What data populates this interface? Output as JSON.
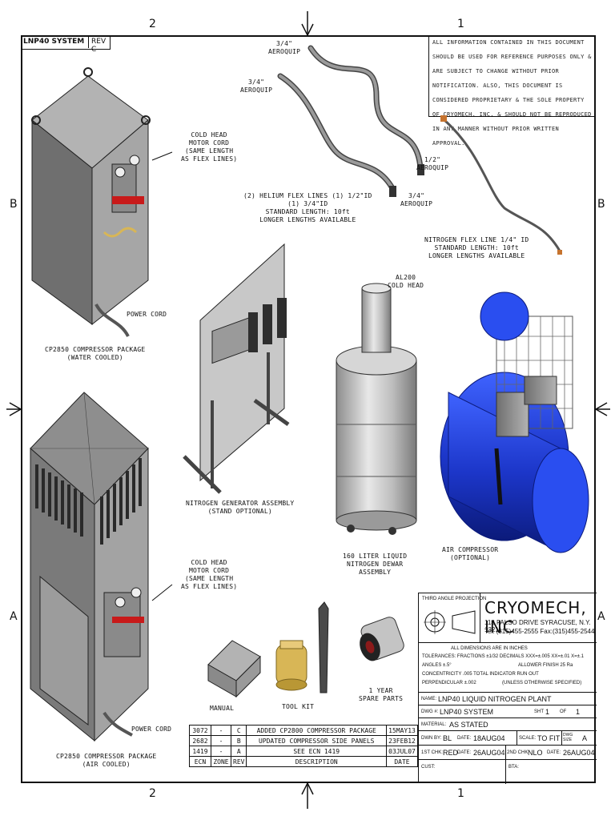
{
  "zones": {
    "top_left": "2",
    "top_right": "1",
    "bottom_left": "2",
    "bottom_right": "1",
    "left_b": "B",
    "left_a": "A",
    "right_b": "B",
    "right_a": "A"
  },
  "header": {
    "system": "LNP40 SYSTEM",
    "rev": "REV C"
  },
  "notice": "ALL INFORMATION CONTAINED IN THIS DOCUMENT SHOULD BE USED FOR REFERENCE PURPOSES ONLY & ARE SUBJECT TO CHANGE WITHOUT PRIOR NOTIFICATION. ALSO, THIS DOCUMENT IS CONSIDERED PROPRIETARY & THE SOLE PROPERTY OF CRYOMECH, INC. & SHOULD NOT BE REPRODUCED IN ANY MANNER WITHOUT PRIOR WRITTEN APPROVAL.",
  "labels": {
    "aeroquip_a": "3/4\"\nAEROQUIP",
    "aeroquip_b": "3/4\"\nAEROQUIP",
    "aeroquip_c": "1/2\"\nAEROQUIP",
    "aeroquip_d": "3/4\"\nAEROQUIP",
    "helium_lines": "(2) HELIUM FLEX LINES (1) 1/2\"ID\n(1) 3/4\"ID\nSTANDARD LENGTH: 10ft\nLONGER LENGTHS AVAILABLE",
    "nitrogen_line": "NITROGEN FLEX LINE 1/4\" ID\nSTANDARD LENGTH: 10ft\nLONGER LENGTHS AVAILABLE",
    "cold_head_cord_top": "COLD HEAD\nMOTOR CORD\n(SAME LENGTH\nAS FLEX LINES)",
    "power_cord_top": "POWER CORD",
    "compressor_water": "CP2850 COMPRESSOR PACKAGE\n(WATER COOLED)",
    "al200": "AL200\nCOLD HEAD",
    "nitrogen_gen": "NITROGEN GENERATOR ASSEMBLY\n(STAND OPTIONAL)",
    "dewar": "160 LITER LIQUID\nNITROGEN DEWAR\nASSEMBLY",
    "air_compressor": "AIR COMPRESSOR\n(OPTIONAL)",
    "cold_head_cord_bottom": "COLD HEAD\nMOTOR CORD\n(SAME LENGTH\nAS FLEX LINES)",
    "power_cord_bottom": "POWER CORD",
    "compressor_air": "CP2850 COMPRESSOR PACKAGE\n(AIR COOLED)",
    "manual": "MANUAL",
    "tool_kit": "TOOL KIT",
    "spare_parts": "1 YEAR\nSPARE PARTS"
  },
  "revisions": [
    {
      "ecn": "3072",
      "zone": "-",
      "rev": "C",
      "description": "ADDED CP2800 COMPRESSOR PACKAGE",
      "date": "15MAY13"
    },
    {
      "ecn": "2682",
      "zone": "-",
      "rev": "B",
      "description": "UPDATED COMPRESSOR SIDE PANELS",
      "date": "23FEB12"
    },
    {
      "ecn": "1419",
      "zone": "-",
      "rev": "A",
      "description": "SEE ECN 1419",
      "date": "03JUL07"
    }
  ],
  "revision_headers": {
    "ecn": "ECN",
    "zone": "ZONE",
    "rev": "REV",
    "description": "DESCRIPTION",
    "date": "DATE"
  },
  "title_block": {
    "projection": "THIRD ANGLE PROJECTION",
    "company": "CRYOMECH, INC",
    "address": "113 FALSO DRIVE SYRACUSE, N.Y. 13211",
    "phone": "Tel: (315)455-2555 Fax:(315)455-2544",
    "dims": "ALL DIMENSIONS ARE IN INCHES",
    "tolerances": "TOLERANCES: FRACTIONS ±1/32 DECIMALS XXX=±.005 XX=±.01 X=±.1",
    "angles": "ANGLES ±.5°",
    "finish": "ALLOWER FINISH 25 Ra",
    "concentricity": "CONCENTRICITY .005 TOTAL INDICATOR RUN OUT",
    "perpendicular": "PERPENDICULAR ±.002",
    "unless": "(UNLESS OTHERWISE SPECIFIED)",
    "name_label": "NAME:",
    "name": "LNP40 LIQUID NITROGEN PLANT",
    "dwg_label": "DWG #:",
    "dwg": "LNP40 SYSTEM",
    "sht_label": "SHT",
    "sht": "1",
    "of_label": "OF",
    "of": "1",
    "material_label": "MATERIAL:",
    "material": "AS STATED",
    "dwn_label": "DWN BY:",
    "dwn": "BL",
    "date_label": "DATE:",
    "dwn_date": "18AUG04",
    "scale_label": "SCALE:",
    "scale": "TO FIT",
    "size_label": "DWG SIZE",
    "size": "A",
    "chk1_label": "1ST CHK:",
    "chk1": "RED",
    "chk1_date": "26AUG04",
    "chk2_label": "2ND CHK:",
    "chk2": "NLO",
    "chk2_date": "26AUG04",
    "cust_label": "CUST:",
    "bta_label": "BTA:"
  },
  "colors": {
    "compressor_blue": "#1f3fd0",
    "steel": "#b9b9b9",
    "dark_steel": "#555555",
    "brass": "#d8b656",
    "line": "#111111"
  }
}
